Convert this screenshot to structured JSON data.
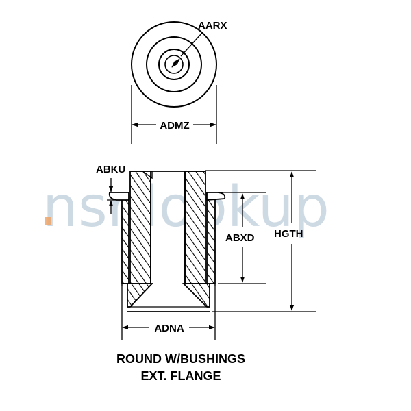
{
  "watermark": {
    "text": "nsnlookup",
    "color": "#9cb4c9",
    "dot_color": "#f0a060"
  },
  "dimensions": {
    "aarx": "AARX",
    "admz": "ADMZ",
    "abku": "ABKU",
    "abxd": "ABXD",
    "hgth": "HGTH",
    "adna": "ADNA"
  },
  "caption": {
    "line1": "ROUND W/BUSHINGS",
    "line2": "EXT. FLANGE"
  }
}
